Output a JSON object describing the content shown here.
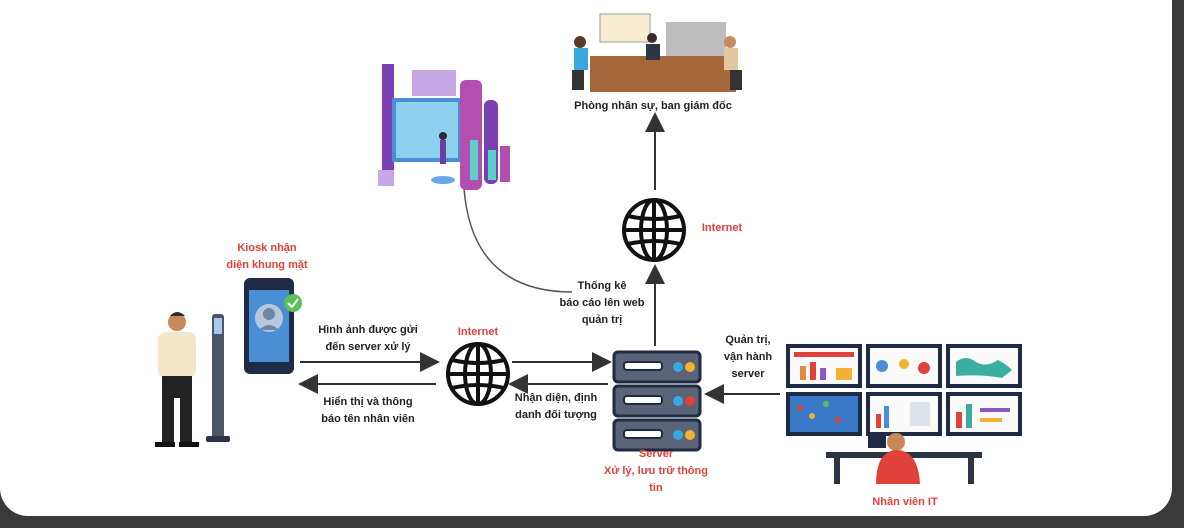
{
  "diagram": {
    "kiosk_label_line1": "Kiosk nhận",
    "kiosk_label_line2": "diện khung mặt",
    "hr_label": "Phòng nhân sự, ban giám đốc",
    "internet_top": "Internet",
    "internet_mid": "Internet",
    "stats_line1": "Thống kê",
    "stats_line2": "báo cáo lên web",
    "stats_line3": "quản trị",
    "send_line1": "Hình ảnh được gửi",
    "send_line2": "đến server xử lý",
    "display_line1": "Hiển thị và thông",
    "display_line2": "báo tên nhân viên",
    "recog_line1": "Nhận diện, định",
    "recog_line2_bold": "danh",
    "recog_line2_rest": " đối tượng",
    "admin_line1": "Quản trị,",
    "admin_line2": "vận hành",
    "admin_line3": "server",
    "server_title": "Server",
    "server_line1": "Xử lý, lưu trữ thông",
    "server_line2": "tin",
    "it_label": "Nhân viên IT"
  },
  "colors": {
    "accent_red": "#e0413a",
    "dark_navy": "#1f2a44",
    "server_slate": "#5a6378"
  }
}
